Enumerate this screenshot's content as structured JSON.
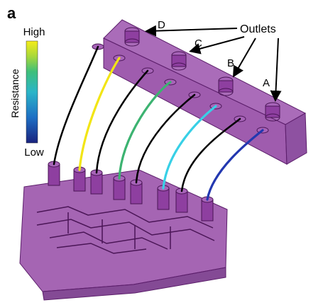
{
  "panel_letter": "a",
  "colorbar": {
    "high_label": "High",
    "low_label": "Low",
    "title": "Resistance",
    "gradient": [
      "#1a237e",
      "#1e6fc4",
      "#2bb5c8",
      "#3fbf7a",
      "#a8d83a",
      "#f5ec1a"
    ]
  },
  "outlets_label": "Outlets",
  "outlet_letters": [
    "D",
    "C",
    "B",
    "A"
  ],
  "colors": {
    "body_fill": "#8e3fa0",
    "body_stroke": "#5c1f6b",
    "tube_black": "#000000",
    "tube_yellow": "#f2e515",
    "tube_green": "#3cb371",
    "tube_teal": "#1fa6b0",
    "tube_cyan": "#38d0e6",
    "tube_blue": "#2338b0"
  }
}
